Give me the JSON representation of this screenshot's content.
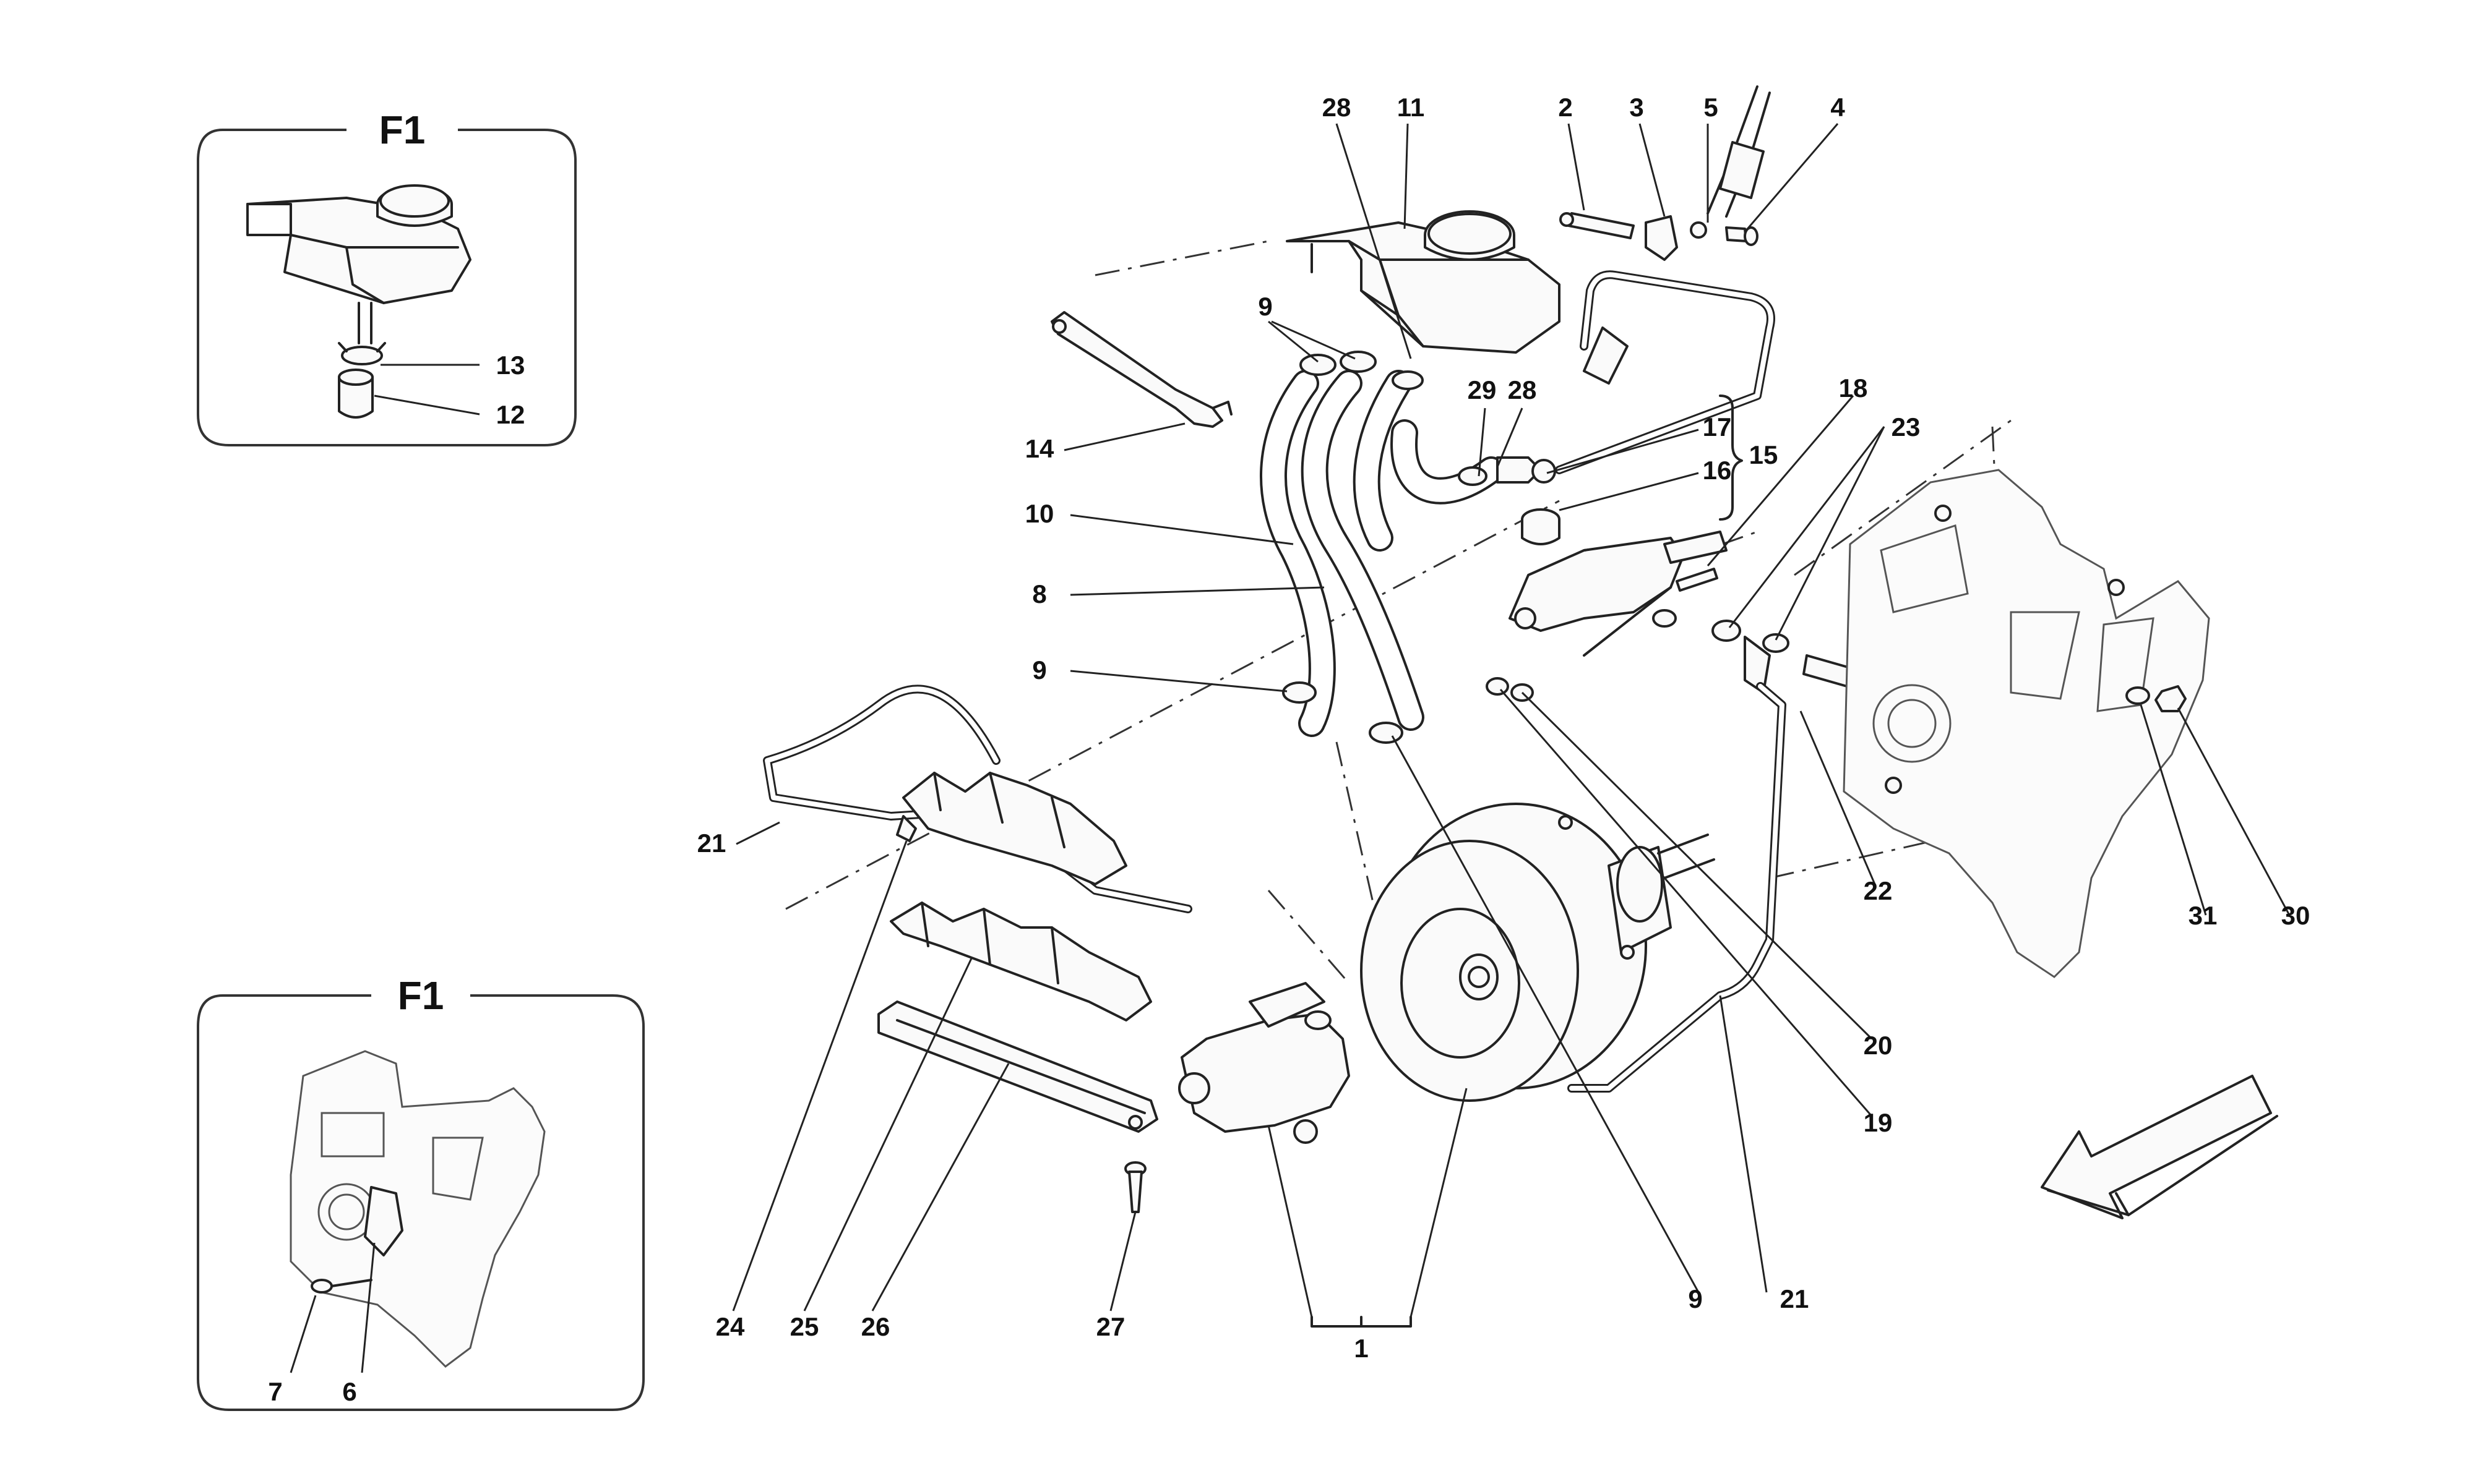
{
  "insets": {
    "top": {
      "title": "F1",
      "labels": {
        "l13": "13",
        "l12": "12"
      }
    },
    "bottom": {
      "title": "F1",
      "labels": {
        "l7": "7",
        "l6": "6"
      }
    }
  },
  "labels": {
    "l28a": "28",
    "l11": "11",
    "l2": "2",
    "l3": "3",
    "l5": "5",
    "l4": "4",
    "l9a": "9",
    "l29": "29",
    "l28b": "28",
    "l14": "14",
    "l17": "17",
    "l15": "15",
    "l16": "16",
    "l18": "18",
    "l23": "23",
    "l10": "10",
    "l8": "8",
    "l9b": "9",
    "l21a": "21",
    "l22": "22",
    "l31": "31",
    "l30": "30",
    "l20": "20",
    "l19": "19",
    "l24": "24",
    "l25": "25",
    "l26": "26",
    "l27": "27",
    "l1": "1",
    "l9c": "9",
    "l21b": "21"
  }
}
